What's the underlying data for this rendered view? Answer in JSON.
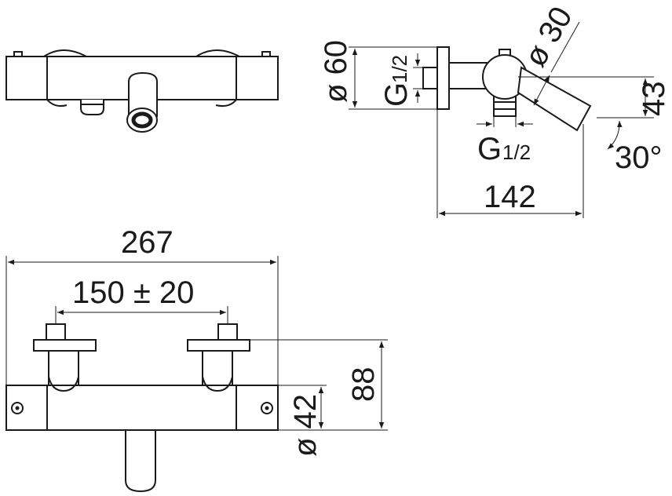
{
  "dimensions": {
    "diameter_60": "ø 60",
    "diameter_30": "ø 30",
    "thread_top_g": "G",
    "thread_top_frac": "1/2",
    "thread_bottom_g": "G",
    "thread_bottom_frac": "1/2",
    "height_43": "43",
    "angle_30": "30°",
    "depth_142": "142",
    "width_267": "267",
    "spacing_150": "150 ± 20",
    "height_88": "88",
    "diameter_42": "ø 42"
  }
}
